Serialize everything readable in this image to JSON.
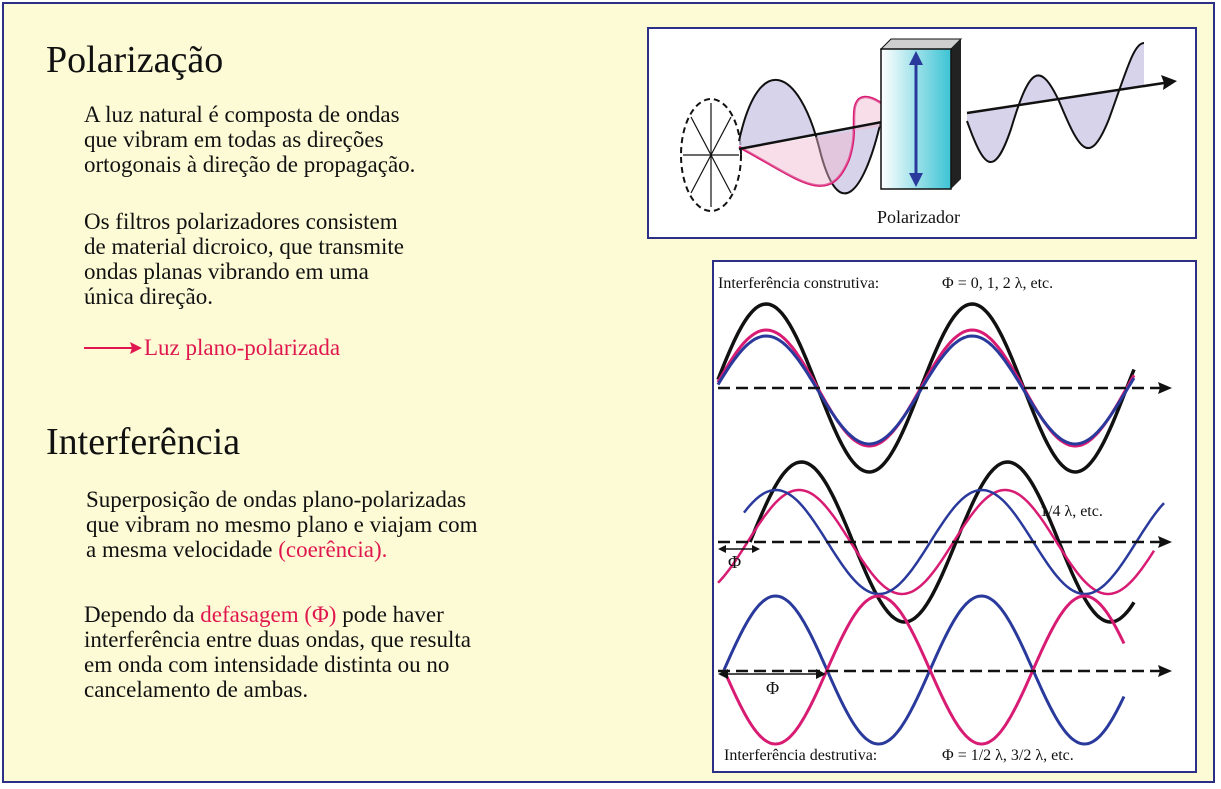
{
  "polarization": {
    "title": "Polarização",
    "para1": "A luz natural é composta de ondas\nque vibram em todas as direções\nortogonais à direção de propagação.",
    "para2": "Os filtros polarizadores consistem\nde material dicroico, que transmite\nondas planas vibrando em uma\núnica direção.",
    "arrow_label": "Luz plano-polarizada",
    "diagram_label": "Polarizador"
  },
  "interference": {
    "title": "Interferência",
    "para1_a": "Superposição de ondas plano-polarizadas\nque vibram no mesmo plano e viajam com\na mesma velocidade ",
    "para1_b": "(coerência).",
    "para2_a": "Dependo da ",
    "para2_b": "defasagem (Φ)",
    "para2_c": " pode haver\ninterferência entre duas ondas, que resulta\nem onda com intensidade distinta ou no\ncancelamento de ambas.",
    "constructive_label": "Interferência construtiva:",
    "constructive_formula": "Φ = 0, 1, 2 λ, etc.",
    "quarter_label": "1/4 λ, etc.",
    "phi_label_1": "Φ",
    "phi_label_2": "Φ",
    "destructive_label": "Interferência destrutiva:",
    "destructive_formula": "Φ = 1/2 λ, 3/2 λ, etc."
  },
  "colors": {
    "background": "#fdfbd6",
    "border": "#2b2f86",
    "accent_red": "#e0174e",
    "wave_blue": "#2a3a9c",
    "wave_magenta": "#d81b73",
    "filter_cyan": "#3cc3d4"
  }
}
